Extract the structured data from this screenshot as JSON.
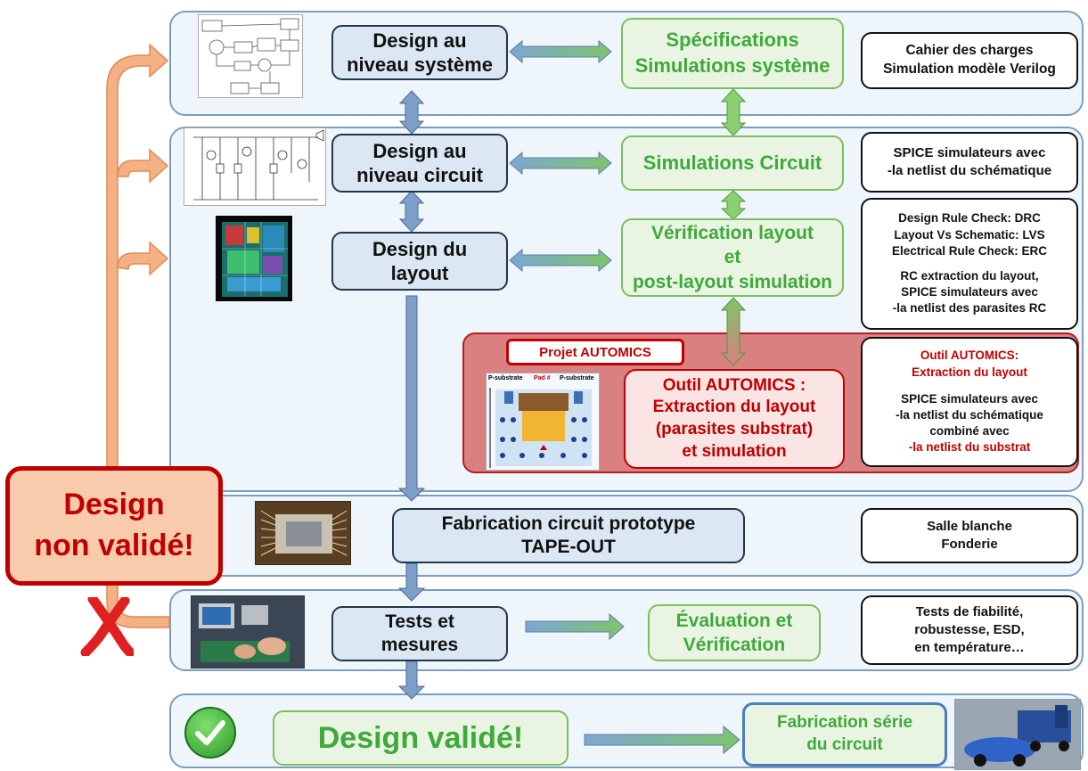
{
  "rows": {
    "system": {
      "design": "Design au\nniveau système",
      "specs": "Spécifications\nSimulations système",
      "notes": "Cahier des charges\nSimulation modèle Verilog"
    },
    "circuit": {
      "design": "Design au\nniveau circuit",
      "sim": "Simulations Circuit",
      "notes": "SPICE simulateurs avec\n-la netlist du schématique"
    },
    "layout": {
      "design": "Design du\nlayout",
      "verif": "Vérification layout\net\npost-layout simulation",
      "checks": "Design Rule Check: DRC\nLayout Vs Schematic: LVS\nElectrical Rule Check: ERC",
      "rc": "RC extraction du layout,\nSPICE simulateurs avec\n-la netlist des parasites RC"
    },
    "automics": {
      "project": "Projet AUTOMICS",
      "tool": "Outil AUTOMICS :\nExtraction du layout\n(parasites substrat)\net simulation",
      "notes_title": "Outil AUTOMICS:\nExtraction du layout",
      "notes_body": "SPICE simulateurs avec\n-la netlist du schématique\ncombiné avec",
      "notes_last": "-la netlist du substrat"
    },
    "fab": {
      "design": "Fabrication circuit prototype\nTAPE-OUT",
      "notes": "Salle blanche\nFonderie"
    },
    "tests": {
      "design": "Tests et\nmesures",
      "eval": "Évaluation et\nVérification",
      "notes": "Tests de fiabilité,\nrobustesse, ESD,\nen température…"
    },
    "final": {
      "valid": "Design validé!",
      "series": "Fabrication série\ndu circuit"
    }
  },
  "not_valid": "Design\nnon validé!",
  "substrate_fig": {
    "left": "P-substrate",
    "middle": "Pad #",
    "right": "P-substrate"
  },
  "colors": {
    "green_text": "#3eaa3a",
    "red_text": "#c00000",
    "orange": "#f4b183",
    "panel_blue": "#eef5fb"
  }
}
